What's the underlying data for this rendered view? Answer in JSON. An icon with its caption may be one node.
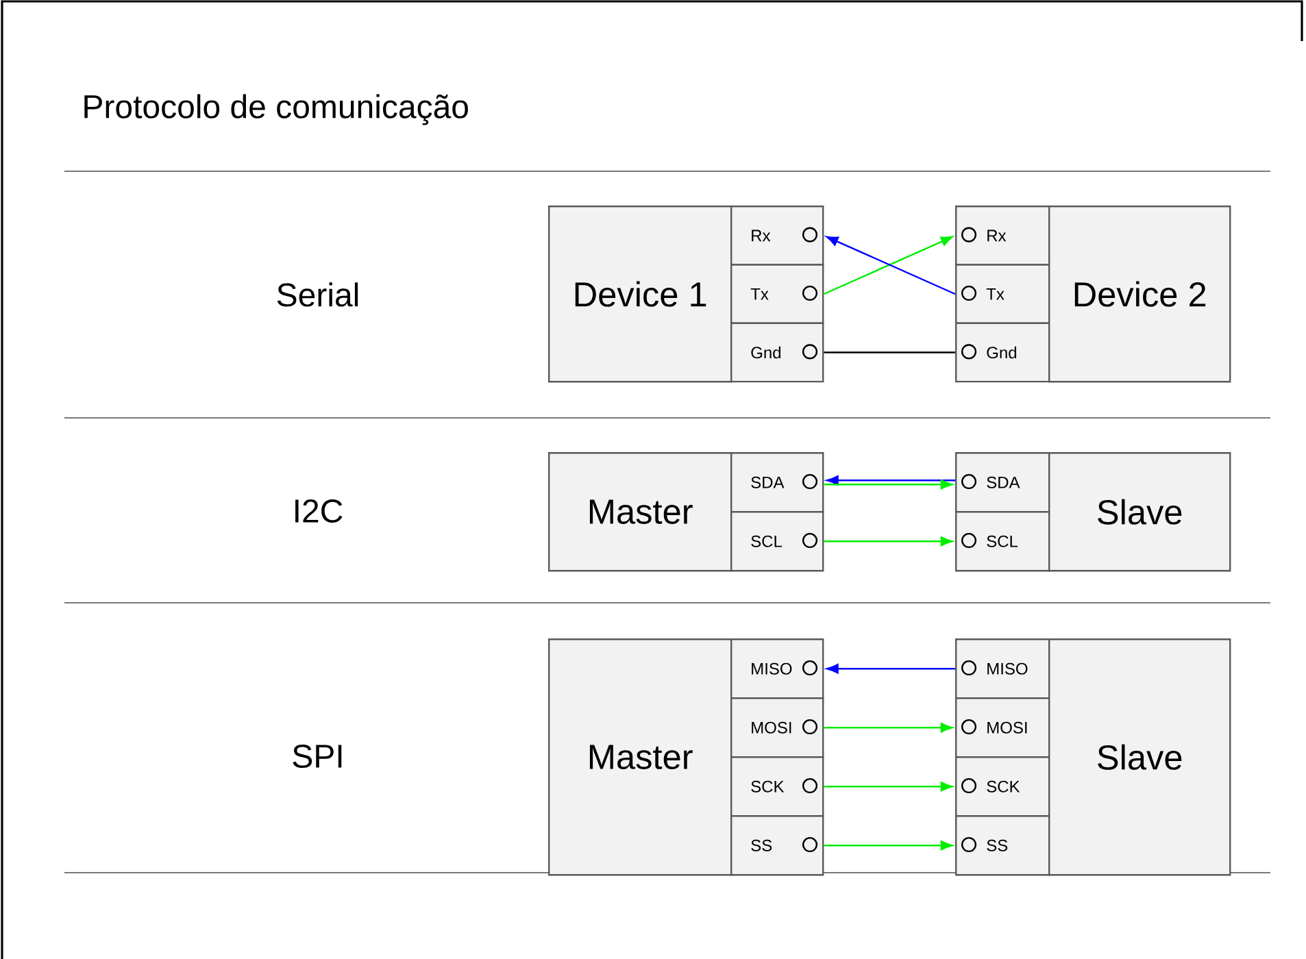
{
  "diagram": {
    "title": "Protocolo de comunicação",
    "nodes": [
      {
        "text": [
          "Device 1"
        ]
      },
      {
        "text": [
          "Rx"
        ]
      },
      {
        "text": [
          "Tx"
        ]
      },
      {
        "text": [
          "Gnd"
        ]
      },
      {
        "text": [
          "Rx"
        ]
      },
      {
        "text": [
          "Tx"
        ]
      },
      {
        "text": [
          "Gnd"
        ]
      },
      {
        "text": [
          "Device 2"
        ]
      },
      {
        "text": [
          "Master"
        ]
      },
      {
        "text": [
          "SDA"
        ]
      },
      {
        "text": [
          "SCL"
        ]
      },
      {
        "text": [
          "SDA"
        ]
      },
      {
        "text": [
          "SCL"
        ]
      },
      {
        "text": [
          "Slave"
        ]
      },
      {
        "text": [
          "Master"
        ]
      },
      {
        "text": [
          "MISO"
        ]
      },
      {
        "text": [
          "MOSI"
        ]
      },
      {
        "text": [
          "SCK"
        ]
      },
      {
        "text": [
          "SS"
        ]
      },
      {
        "text": [
          "MISO"
        ]
      },
      {
        "text": [
          "MOSI"
        ]
      },
      {
        "text": [
          "SCK"
        ]
      },
      {
        "text": [
          "SS"
        ]
      },
      {
        "text": [
          "Slave"
        ]
      }
    ],
    "edges": [
      {
        "from": 2,
        "to": 4,
        "arrow": "to"
      },
      {
        "from": 5,
        "to": 1,
        "arrow": "to",
        "color": "#0000ff"
      },
      {
        "from": 3,
        "to": 6,
        "arrow": "none",
        "color": "#000000"
      },
      {
        "from": 11,
        "to": 9,
        "arrow": "to",
        "color": "#0000ff"
      },
      {
        "from": 9,
        "to": 11,
        "arrow": "to"
      },
      {
        "from": 10,
        "to": 12,
        "arrow": "to"
      },
      {
        "from": 19,
        "to": 15,
        "arrow": "to",
        "color": "#0000ff"
      },
      {
        "from": 16,
        "to": 20,
        "arrow": "to"
      },
      {
        "from": 17,
        "to": 21,
        "arrow": "to"
      },
      {
        "from": 18,
        "to": 22,
        "arrow": "to"
      }
    ],
    "labels": [
      "Serial",
      "I2C",
      "SPI"
    ]
  }
}
